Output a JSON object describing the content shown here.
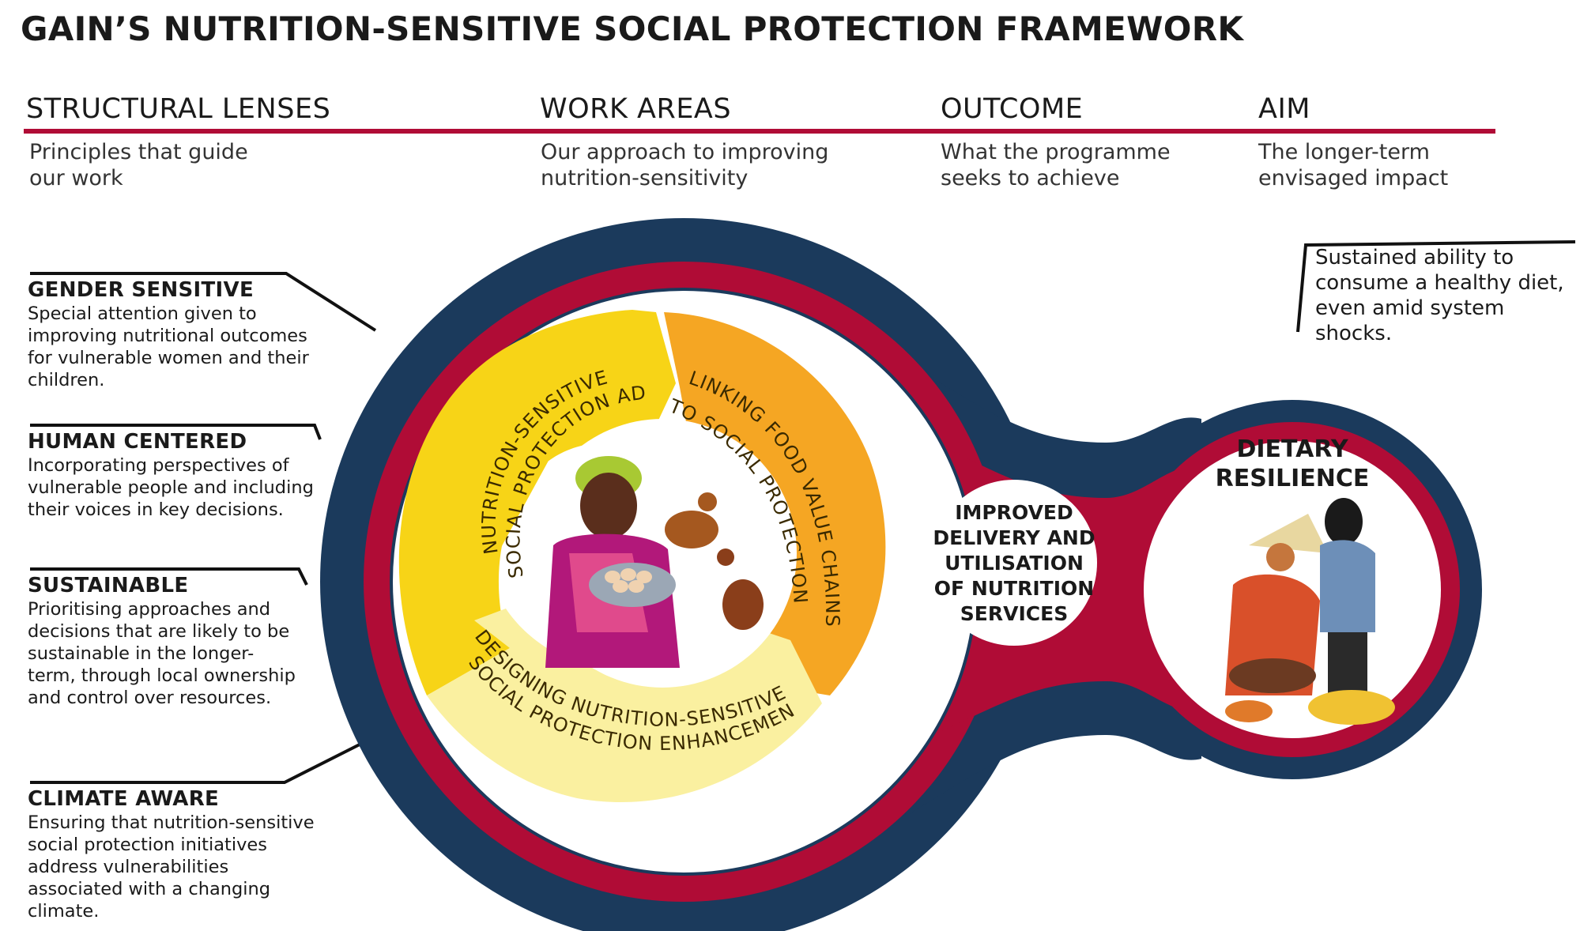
{
  "title": "GAIN’S NUTRITION-SENSITIVE SOCIAL PROTECTION FRAMEWORK",
  "columns": [
    {
      "heading": "STRUCTURAL LENSES",
      "subtitle": "Principles that guide our work"
    },
    {
      "heading": "WORK AREAS",
      "subtitle": "Our approach to improving nutrition-sensitivity"
    },
    {
      "heading": "OUTCOME",
      "subtitle": "What the programme seeks to achieve"
    },
    {
      "heading": "AIM",
      "subtitle": "The longer-term envisaged impact"
    }
  ],
  "lenses": [
    {
      "title": "GENDER SENSITIVE",
      "description": "Special attention given to improving nutritional outcomes for vulnerable women and their children."
    },
    {
      "title": "HUMAN CENTERED",
      "description": "Incorporating perspectives of vulnerable people and including their voices in key decisions."
    },
    {
      "title": "SUSTAINABLE",
      "description": "Prioritising approaches and decisions that are likely to be sustainable in the longer-term, through local ownership and control over resources."
    },
    {
      "title": "CLIMATE AWARE",
      "description": "Ensuring that nutrition-sensitive social protection initiatives address vulnerabilities associated with a changing climate."
    }
  ],
  "work_areas": [
    {
      "label_line1": "NUTRITION-SENSITIVE",
      "label_line2": "SOCIAL PROTECTION ADVOCACY"
    },
    {
      "label_line1": "LINKING FOOD VALUE CHAINS",
      "label_line2": "TO SOCIAL PROTECTION"
    },
    {
      "label_line1": "DESIGNING NUTRITION-SENSITIVE",
      "label_line2": "SOCIAL PROTECTION ENHANCEMENTS"
    }
  ],
  "outcome": {
    "lines": [
      "IMPROVED",
      "DELIVERY AND",
      "UTILISATION",
      "OF NUTRITION",
      "SERVICES"
    ]
  },
  "aim": {
    "title_lines": [
      "DIETARY",
      "RESILIENCE"
    ],
    "description": "Sustained ability to consume a healthy diet, even amid system shocks."
  },
  "colors": {
    "navy": "#1b3a5c",
    "crimson": "#b00c36",
    "yellow": "#f7d417",
    "orange": "#f5a623",
    "pale_yellow": "#faf0a0"
  }
}
